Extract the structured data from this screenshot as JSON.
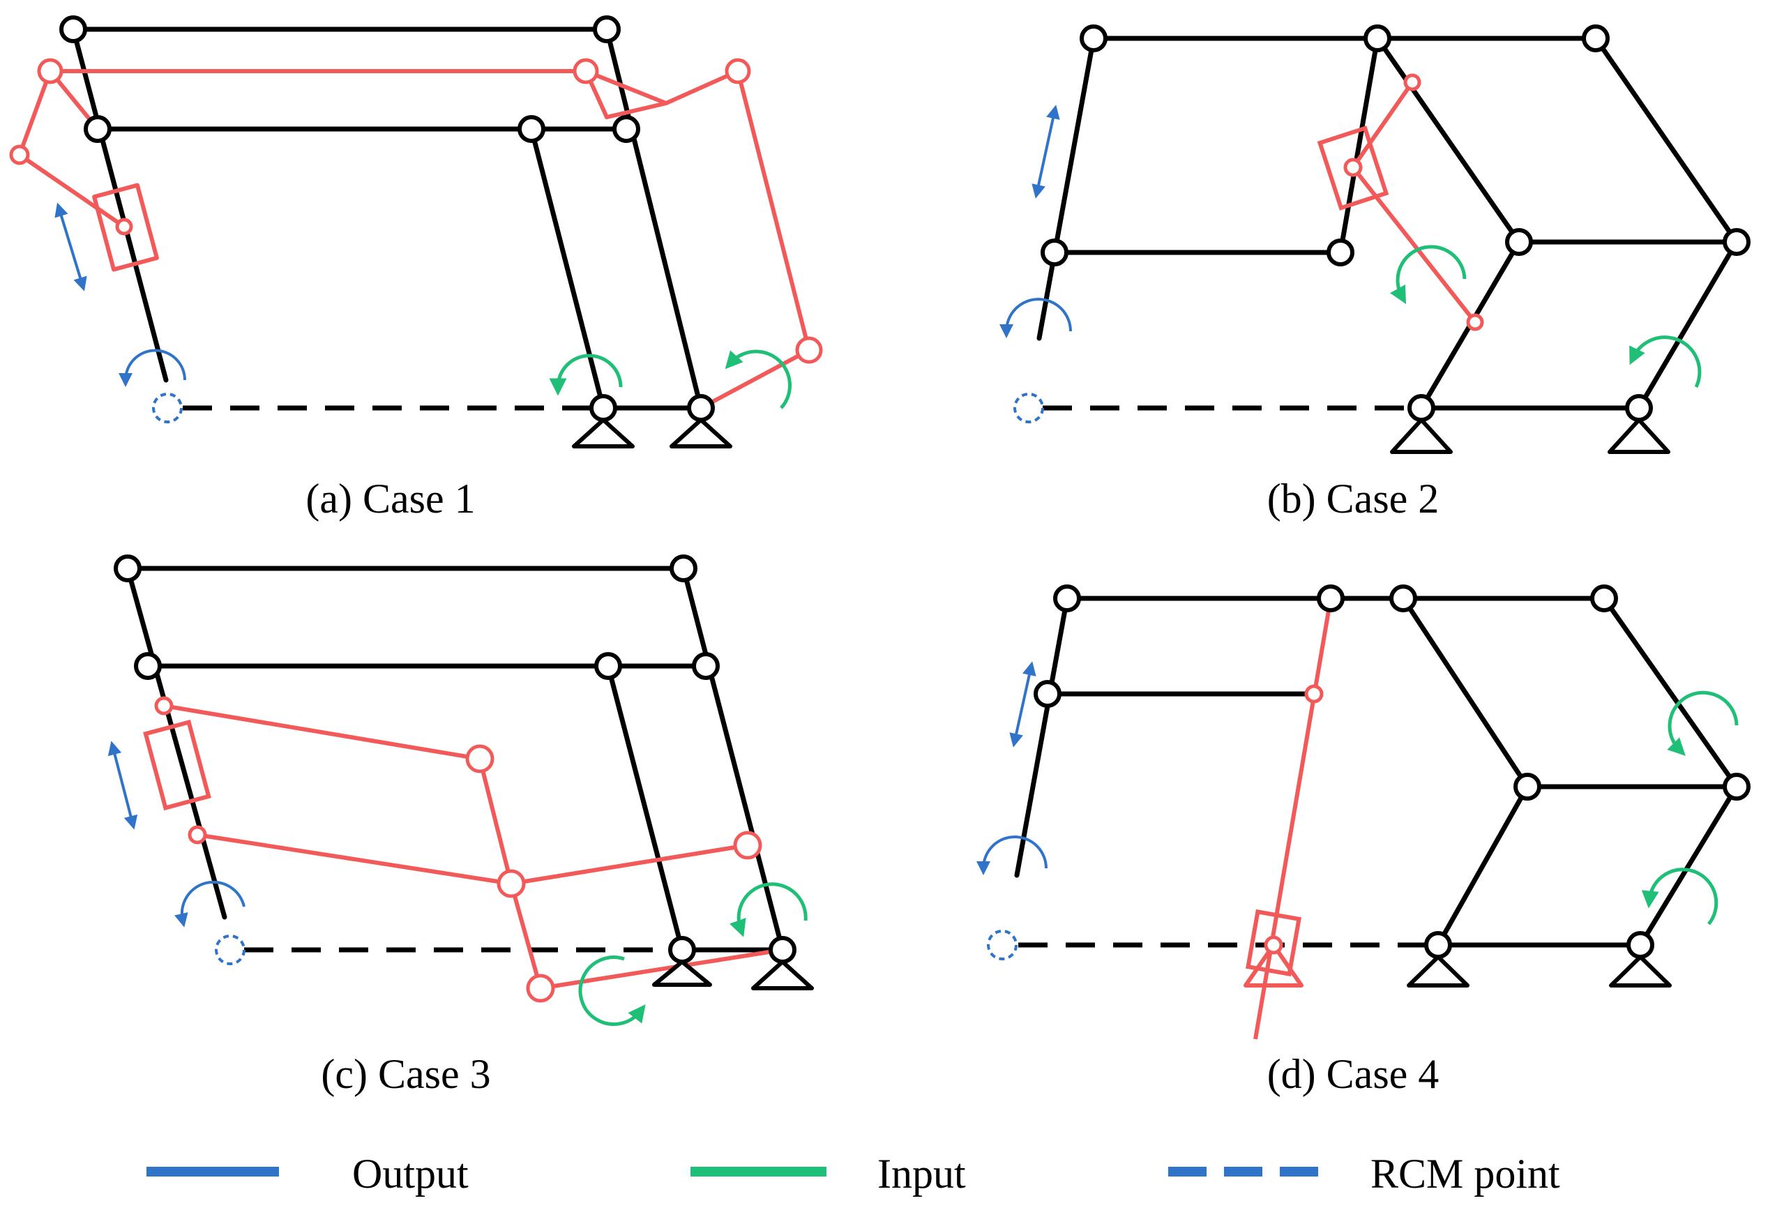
{
  "colors": {
    "frame": "#000000",
    "mechanism": "#f25a5a",
    "output": "#2f74c8",
    "input": "#1fbf78",
    "rcm": "#2f74c8"
  },
  "panels": {
    "a": {
      "caption": "(a) Case 1"
    },
    "b": {
      "caption": "(b) Case 2"
    },
    "c": {
      "caption": "(c) Case 3"
    },
    "d": {
      "caption": "(d) Case 4"
    }
  },
  "legend": {
    "output": "Output",
    "input": "Input",
    "rcm": "RCM point"
  }
}
